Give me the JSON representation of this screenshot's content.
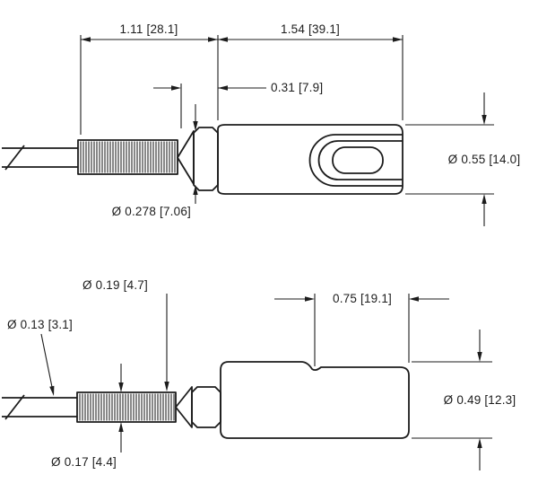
{
  "colors": {
    "line": "#1c1c1c",
    "background": "#ffffff"
  },
  "drawing": {
    "views": {
      "top": {
        "dim_thread_length": "1.11 [28.1]",
        "dim_body_length": "1.54 [39.1]",
        "dim_nut_offset": "0.31 [7.9]",
        "dim_thread_dia": "Ø 0.278 [7.06]",
        "dim_body_dia": "Ø 0.55 [14.0]"
      },
      "bottom": {
        "dim_thread_major_dia": "Ø 0.19 [4.7]",
        "dim_cable_dia": "Ø 0.13 [3.1]",
        "dim_flat_length": "0.75 [19.1]",
        "dim_body_dia": "Ø 0.49 [12.3]",
        "dim_thread_minor_dia": "Ø 0.17 [4.4]"
      }
    }
  }
}
